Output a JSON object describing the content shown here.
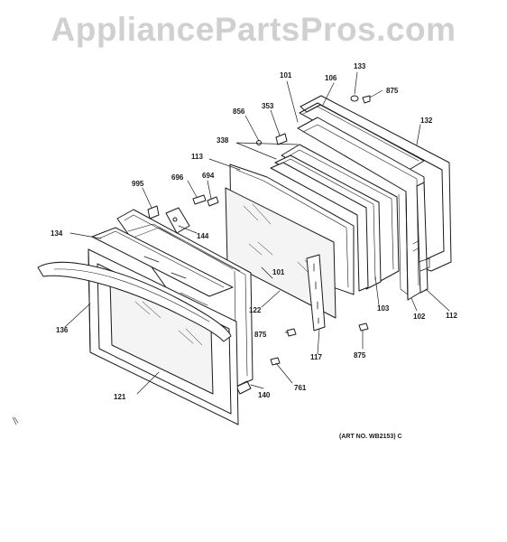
{
  "watermark": "AppliancePartsPros.com",
  "art_number": "(ART NO. WB2153) C",
  "callouts": [
    {
      "id": "133"
    },
    {
      "id": "106"
    },
    {
      "id": "875"
    },
    {
      "id": "101"
    },
    {
      "id": "132"
    },
    {
      "id": "856"
    },
    {
      "id": "353"
    },
    {
      "id": "338"
    },
    {
      "id": "113"
    },
    {
      "id": "995"
    },
    {
      "id": "696"
    },
    {
      "id": "694"
    },
    {
      "id": "134"
    },
    {
      "id": "144"
    },
    {
      "id": "101"
    },
    {
      "id": "122"
    },
    {
      "id": "103"
    },
    {
      "id": "136"
    },
    {
      "id": "102"
    },
    {
      "id": "112"
    },
    {
      "id": "875"
    },
    {
      "id": "875"
    },
    {
      "id": "117"
    },
    {
      "id": "761"
    },
    {
      "id": "140"
    },
    {
      "id": "121"
    }
  ],
  "colors": {
    "line": "#1a1a1a",
    "watermark": "#d0d0d0",
    "glass": "#f4f4f4"
  }
}
